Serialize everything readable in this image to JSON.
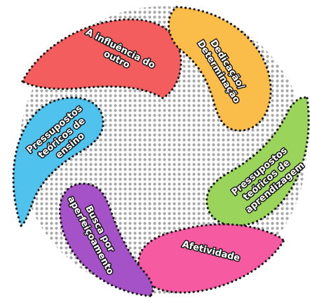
{
  "diagram": {
    "petals": [
      {
        "id": "influencia",
        "lines": [
          "A influência do",
          "outro"
        ],
        "color": "#f45d5d"
      },
      {
        "id": "dedicacao",
        "lines": [
          "Dedicação/",
          "Determinação"
        ],
        "color": "#fbbd49"
      },
      {
        "id": "aprendizagem",
        "lines": [
          "Pressupostos",
          "teóricos de",
          "aprendizagem"
        ],
        "color": "#9bd45a"
      },
      {
        "id": "afetividade",
        "lines": [
          "Afetividade"
        ],
        "color": "#f65aa0"
      },
      {
        "id": "busca",
        "lines": [
          "Busca por",
          "aperfeiçoamento"
        ],
        "color": "#a552c8"
      },
      {
        "id": "ensino",
        "lines": [
          "Pressupostos",
          "teóricos de",
          "ensino"
        ],
        "color": "#4fc2ee"
      }
    ],
    "halftone_color": "#7a7a7a"
  }
}
